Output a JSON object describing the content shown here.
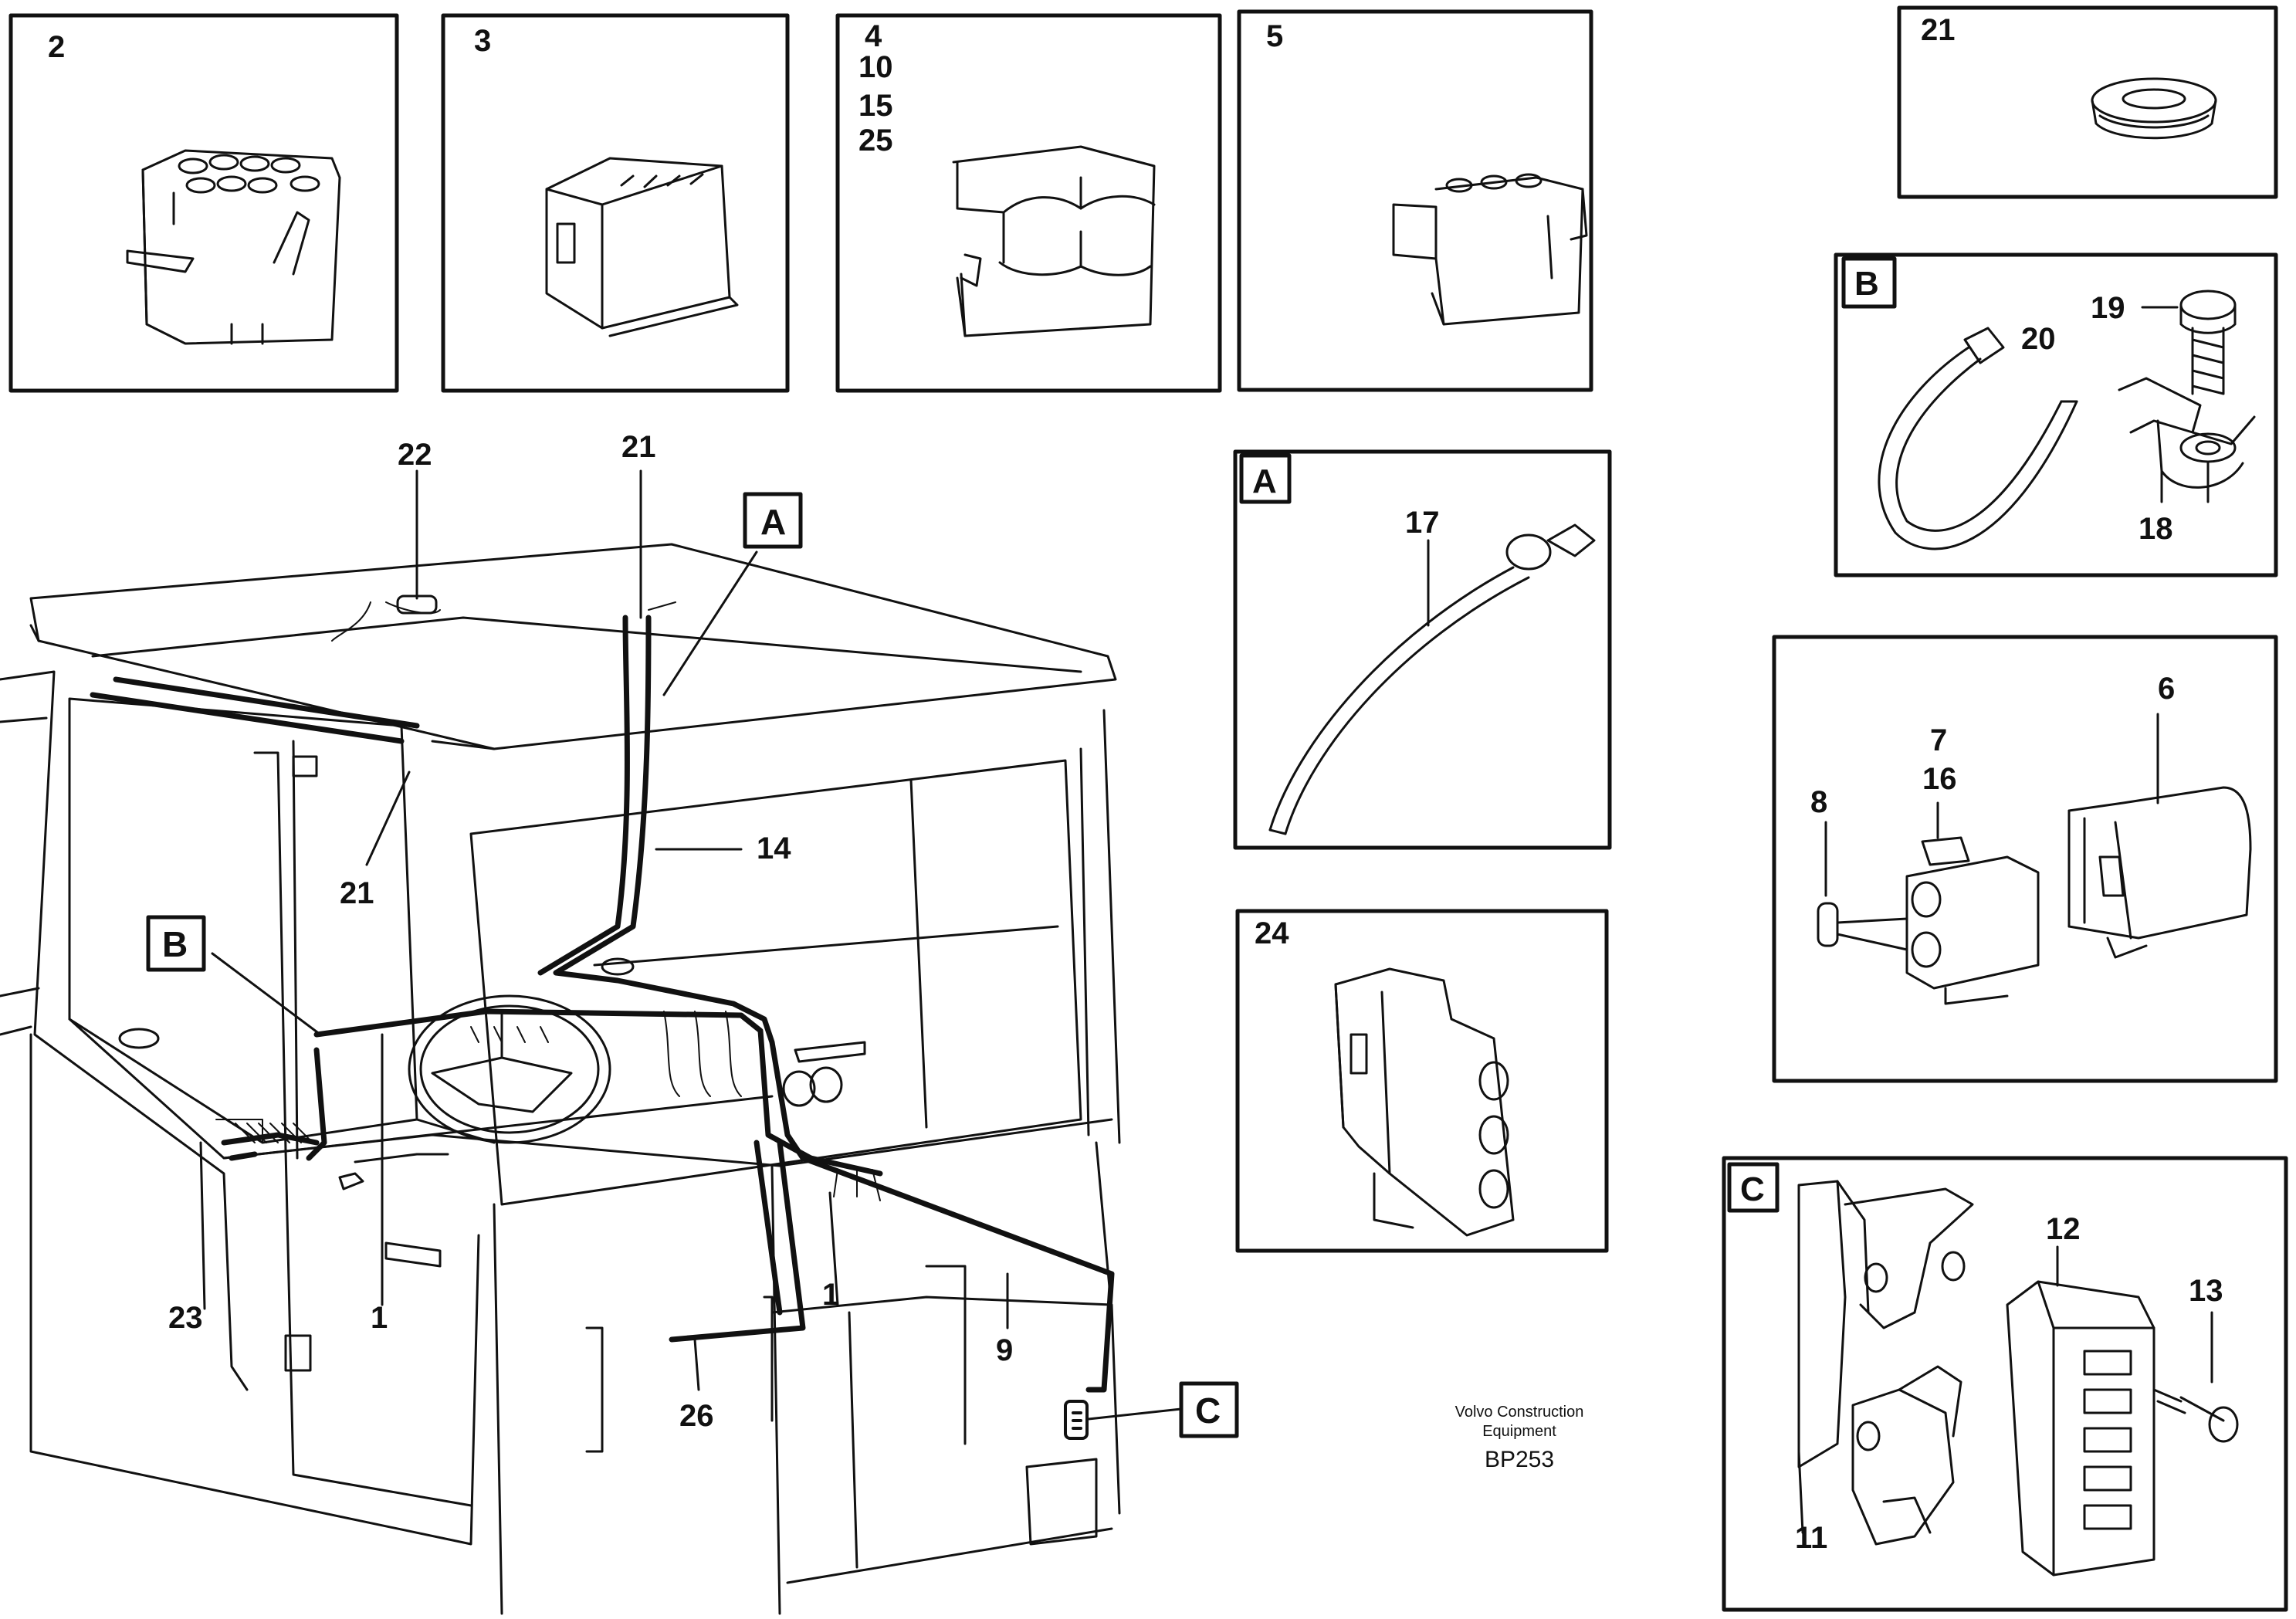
{
  "panels": [
    {
      "id": "p2",
      "labels": [
        "2"
      ]
    },
    {
      "id": "p3",
      "labels": [
        "3"
      ]
    },
    {
      "id": "p4",
      "labels": [
        "4",
        "10",
        "15",
        "25"
      ]
    },
    {
      "id": "p5",
      "labels": [
        "5"
      ]
    },
    {
      "id": "p21",
      "labels": [
        "21"
      ]
    },
    {
      "id": "pB",
      "letter": "B",
      "labels": [
        "19",
        "20",
        "18"
      ]
    },
    {
      "id": "pA",
      "letter": "A",
      "labels": [
        "17"
      ]
    },
    {
      "id": "p6",
      "labels": [
        "6",
        "7",
        "16",
        "8"
      ]
    },
    {
      "id": "p24",
      "labels": [
        "24"
      ]
    },
    {
      "id": "pC",
      "letter": "C",
      "labels": [
        "12",
        "13",
        "11"
      ]
    }
  ],
  "main_callouts": [
    "22",
    "21",
    "A",
    "21",
    "14",
    "B",
    "23",
    "1",
    "1",
    "9",
    "26",
    "C"
  ],
  "credit": {
    "line1": "Volvo Construction",
    "line2": "Equipment",
    "code": "BP253"
  }
}
